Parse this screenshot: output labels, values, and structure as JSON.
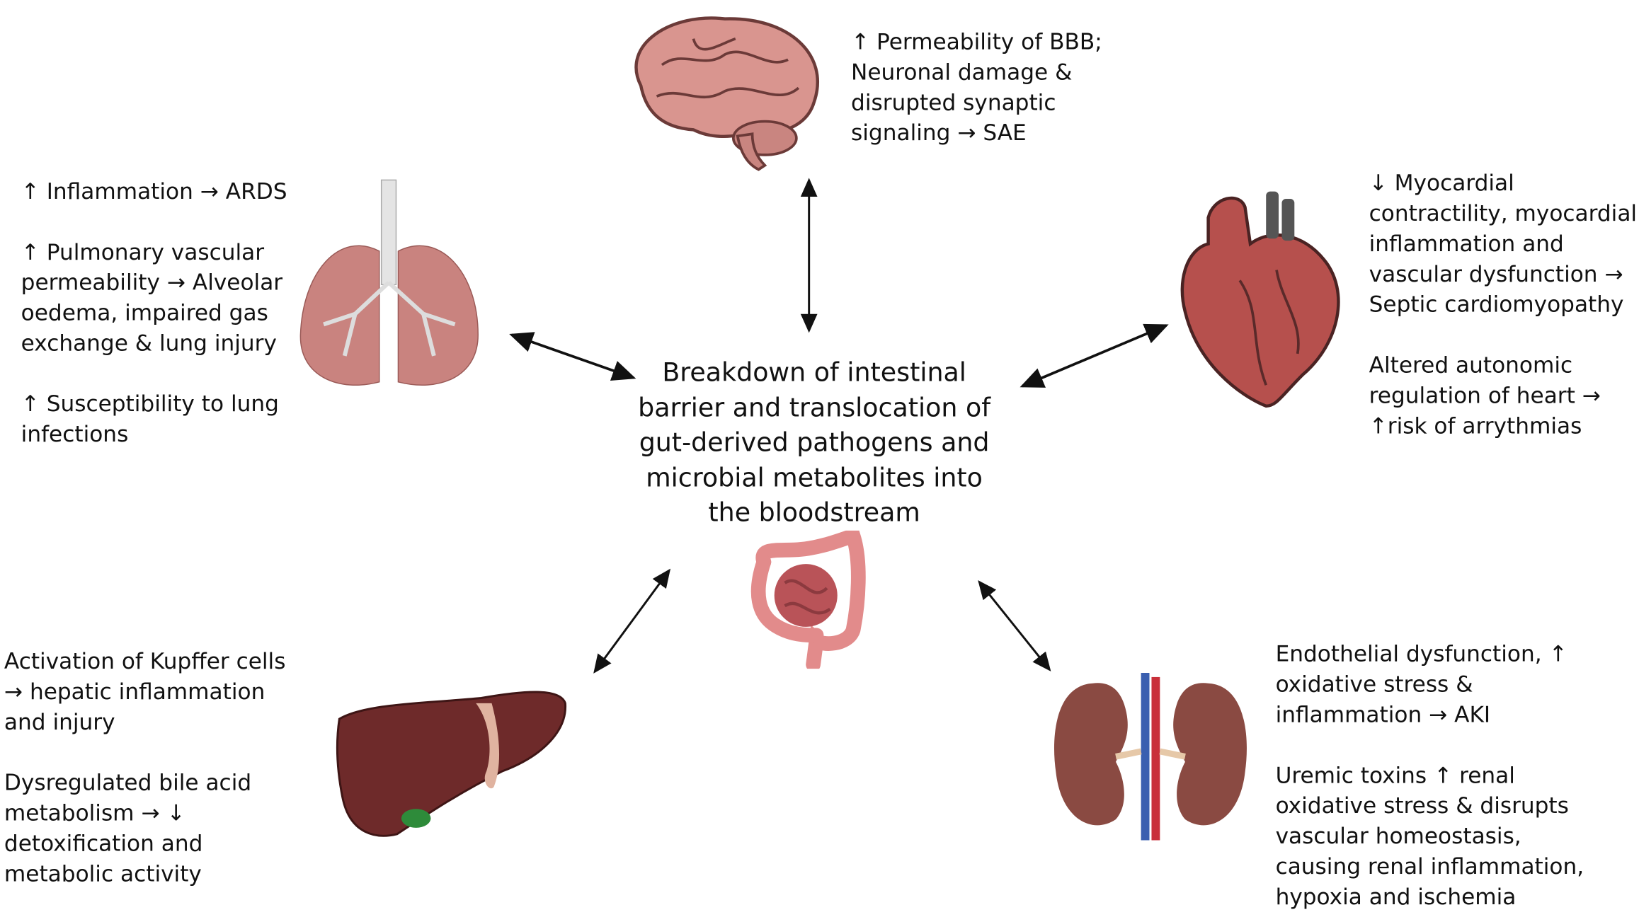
{
  "center": {
    "lines": [
      "Breakdown of intestinal",
      "barrier and translocation of",
      "gut-derived pathogens and",
      "microbial metabolites into",
      "the bloodstream"
    ]
  },
  "brain": {
    "icon": "brain-icon",
    "paragraphs": [
      [
        "↑ Permeability of BBB;",
        "Neuronal damage &",
        "disrupted synaptic",
        "signaling → SAE"
      ]
    ]
  },
  "lungs": {
    "icon": "lungs-icon",
    "paragraphs": [
      [
        "↑ Inflammation → ARDS"
      ],
      [
        "↑ Pulmonary vascular",
        "permeability → Alveolar",
        "oedema, impaired gas",
        "exchange & lung injury"
      ],
      [
        "↑ Susceptibility to lung",
        "infections"
      ]
    ]
  },
  "heart": {
    "icon": "heart-icon",
    "paragraphs": [
      [
        "↓ Myocardial",
        "contractility, myocardial",
        "inflammation and",
        "vascular dysfunction →",
        "Septic cardiomyopathy"
      ],
      [
        "Altered autonomic",
        "regulation of heart →",
        "↑risk of arrythmias"
      ]
    ]
  },
  "liver": {
    "icon": "liver-icon",
    "paragraphs": [
      [
        "Activation of Kupffer cells",
        "→ hepatic inflammation",
        "and injury"
      ],
      [
        "Dysregulated bile acid",
        "metabolism → ↓",
        "detoxification and",
        "metabolic activity"
      ]
    ]
  },
  "kidney": {
    "icon": "kidney-icon",
    "paragraphs": [
      [
        "Endothelial dysfunction, ↑",
        "oxidative stress &",
        "inflammation → AKI"
      ],
      [
        "Uremic toxins ↑ renal",
        "oxidative stress & disrupts",
        "vascular homeostasis,",
        "causing renal inflammation,",
        "hypoxia and ischemia"
      ]
    ]
  },
  "colors": {
    "brain": "#d9958f",
    "lungs": "#c9837f",
    "heart": "#b6504d",
    "liver": "#6e2a2a",
    "kidney": "#8a4a42",
    "intestine": "#e28b8b"
  }
}
